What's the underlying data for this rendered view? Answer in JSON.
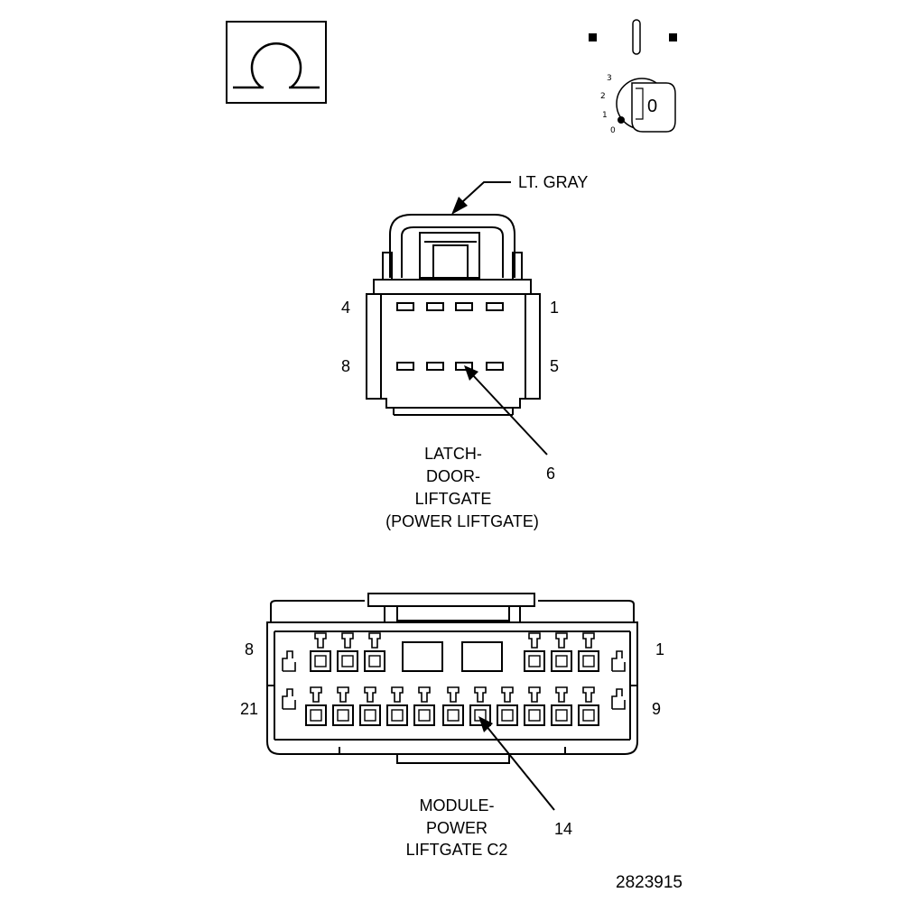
{
  "ignition_key": {
    "positions": [
      "3",
      "2",
      "1",
      "0"
    ],
    "key_label": "0"
  },
  "connector_top": {
    "color_label": "LT. GRAY",
    "pin_labels": {
      "top_left": "4",
      "top_right": "1",
      "bottom_left": "8",
      "bottom_right": "5"
    },
    "callout_pin": "6",
    "name_lines": [
      "LATCH-",
      "DOOR-",
      "LIFTGATE",
      "(POWER LIFTGATE)"
    ]
  },
  "connector_bottom": {
    "pin_labels": {
      "top_left": "8",
      "top_right": "1",
      "bottom_left": "21",
      "bottom_right": "9"
    },
    "callout_pin": "14",
    "name_lines": [
      "MODULE-",
      "POWER",
      "LIFTGATE C2"
    ]
  },
  "figure_id": "2823915"
}
